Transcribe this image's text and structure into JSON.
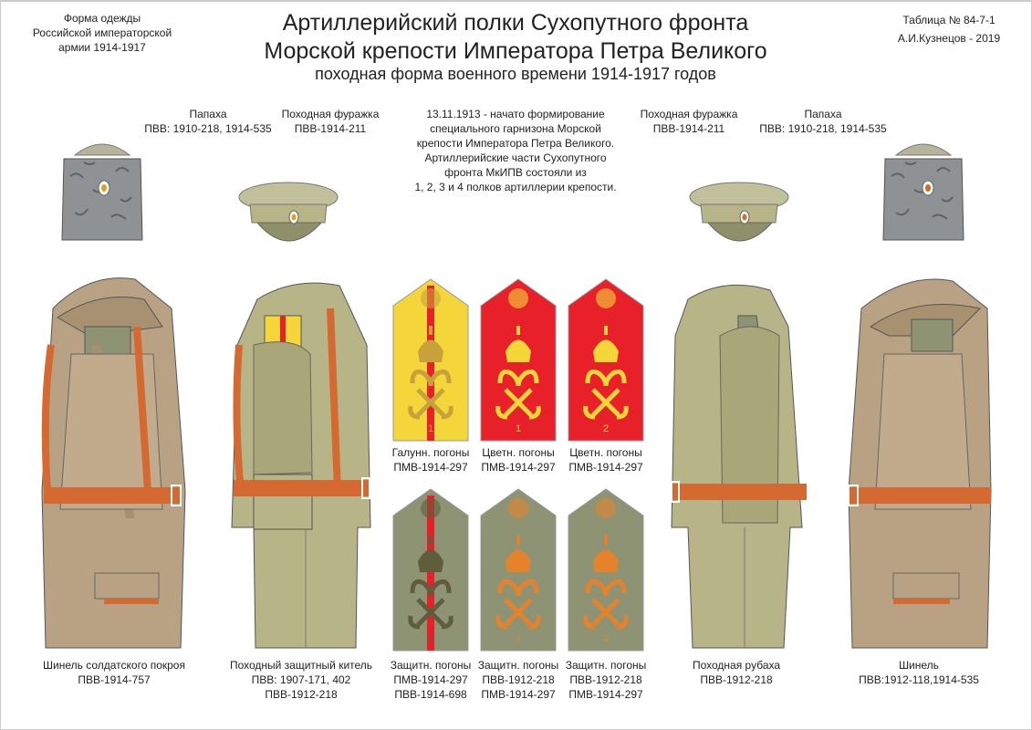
{
  "header": {
    "left": [
      "Форма одежды",
      "Российской императорской",
      "армии  1914-1917"
    ],
    "title": [
      "Артиллерийский полки Сухопутного фронта",
      "Морской крепости Императора Петра Великого"
    ],
    "subtitle": "походная форма военного времени 1914-1917 годов",
    "right": [
      "Таблица № 84-7-1",
      "А.И.Кузнецов - 2019"
    ]
  },
  "captions_top": {
    "papakha_left": [
      "Папаха",
      "ПВВ: 1910-218, 1914-535"
    ],
    "cap_left": [
      "Походная фуражка",
      "ПВВ-1914-211"
    ],
    "note": [
      "13.11.1913 - начато формирование",
      "специального гарнизона Морской",
      "крепости Императора Петра Великого.",
      "Артиллерийские части Сухопутного",
      "фронта МкИПВ состояли из",
      "1, 2, 3 и 4 полков артиллерии крепости."
    ],
    "cap_right": [
      "Походная фуражка",
      "ПВВ-1914-211"
    ],
    "papakha_right": [
      "Папаха",
      "ПВВ: 1910-218, 1914-535"
    ]
  },
  "shoulder_boards": {
    "top": [
      {
        "caption": [
          "Галунн. погоны",
          "ПМВ-1914-297"
        ],
        "number": "1"
      },
      {
        "caption": [
          "Цветн. погоны",
          "ПМВ-1914-297"
        ],
        "number": "1"
      },
      {
        "caption": [
          "Цветн. погоны",
          "ПМВ-1914-297"
        ],
        "number": "2"
      }
    ],
    "bottom": [
      {
        "caption": [
          "Защитн. погоны",
          "ПМВ-1914-297",
          "ПВВ-1914-698"
        ],
        "number": "2"
      },
      {
        "caption": [
          "Защитн. погоны",
          "ПВВ-1912-218",
          "ПМВ-1914-297"
        ],
        "number": "1"
      },
      {
        "caption": [
          "Защитн. погоны",
          "ПВВ-1912-218",
          "ПМВ-1914-297"
        ],
        "number": "2"
      }
    ]
  },
  "captions_bottom": {
    "coat_left": [
      "Шинель солдатского покроя",
      "ПВВ-1914-757"
    ],
    "kitel": [
      "Походный защитный китель",
      "ПВВ: 1907-171, 402",
      "ПВВ-1912-218"
    ],
    "rubakha": [
      "Походная рубаха",
      "ПВВ-1912-218"
    ],
    "coat_right": [
      "Шинель",
      "ПВВ:1912-118,1914-535"
    ]
  },
  "colors": {
    "greatcoat": "#b9a283",
    "khaki": "#b7b487",
    "belt": "#d46a32",
    "papakha": "#8e9294",
    "board_red": "#e8202a",
    "board_gold": "#f5d63a",
    "board_khaki": "#8e9473",
    "cipher_orange": "#e5822b"
  }
}
